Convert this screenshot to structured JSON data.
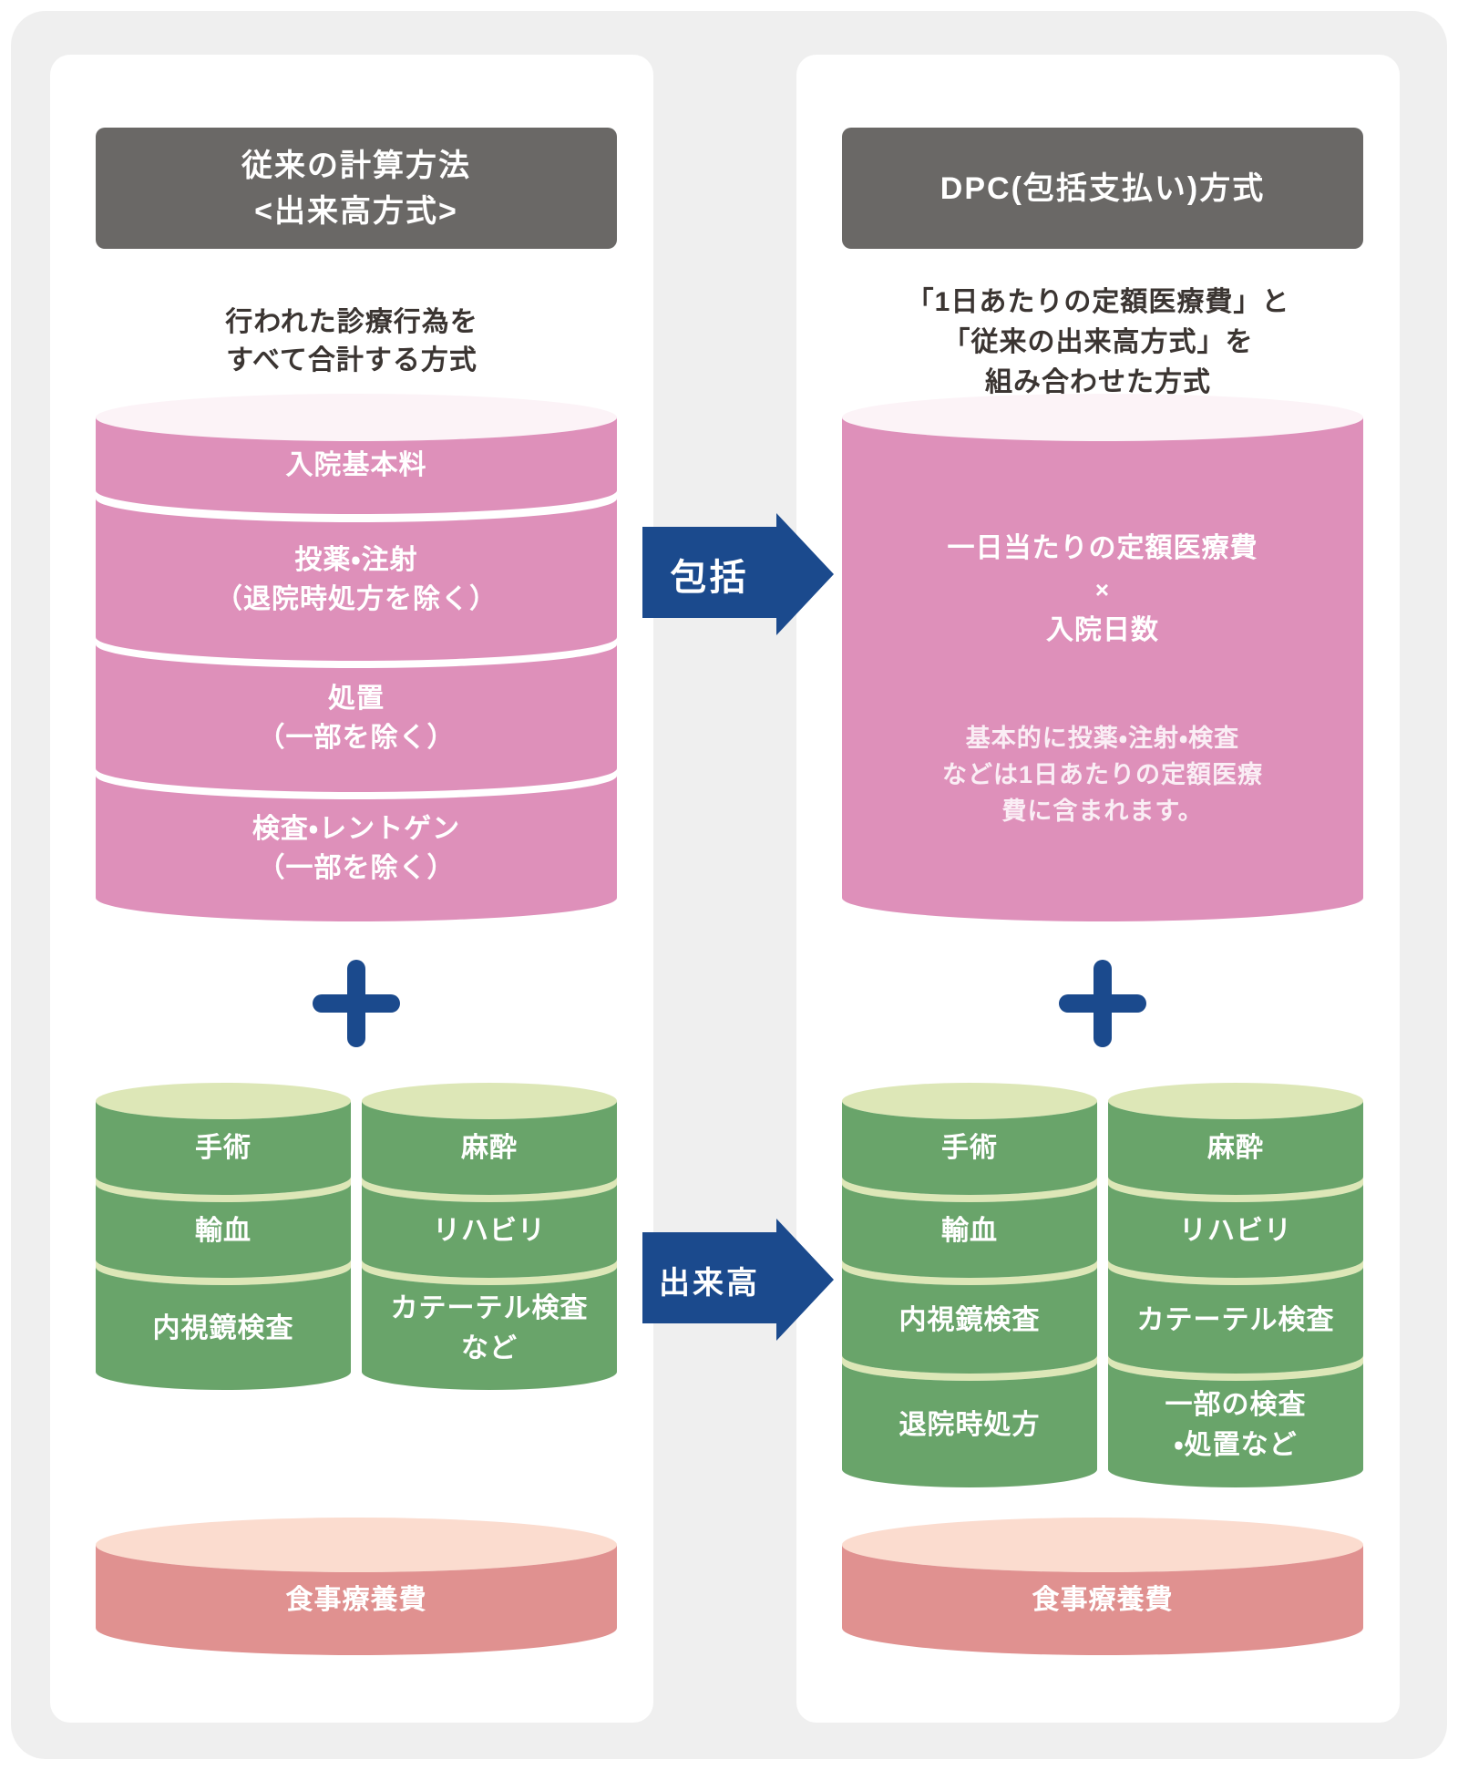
{
  "colors": {
    "page_background": "#efefef",
    "card_background": "#ffffff",
    "header_gray": "#6a6866",
    "pink": "#de90ba",
    "pink_light": "#fcf3f7",
    "green": "#69a46a",
    "green_light": "#dde7b7",
    "salmon": "#e09190",
    "salmon_light": "#fbdccf",
    "blue": "#1b4a8d",
    "text_dark": "#3b3532"
  },
  "icons": {
    "plus": "plus-icon",
    "arrow": "right-arrow"
  },
  "left": {
    "header": [
      "従来の計算方法",
      "<出来高方式>"
    ],
    "subtitle": [
      "行われた診療行為を",
      "すべて合計する方式"
    ],
    "pink_segments": [
      [
        "入院基本料"
      ],
      [
        "投薬・注射",
        "（退院時処方を除く）"
      ],
      [
        "処置",
        "（一部を除く）"
      ],
      [
        "検査・レントゲン",
        "（一部を除く）"
      ]
    ],
    "green_a": [
      [
        "手術"
      ],
      [
        "輸血"
      ],
      [
        "内視鏡検査"
      ]
    ],
    "green_b": [
      [
        "麻酔"
      ],
      [
        "リハビリ"
      ],
      [
        "カテーテル検査",
        "など"
      ]
    ],
    "meal": "食事療養費"
  },
  "right": {
    "header": [
      "DPC(包括支払い)方式"
    ],
    "subtitle": [
      "「1日あたりの定額医療費」と",
      "「従来の出来高方式」を",
      "組み合わせた方式"
    ],
    "pink_formula": [
      "一日当たりの定額医療費",
      "×",
      "入院日数"
    ],
    "pink_note": [
      "基本的に投薬・注射・検査",
      "などは1日あたりの定額医療",
      "費に含まれます。"
    ],
    "green_a": [
      [
        "手術"
      ],
      [
        "輸血"
      ],
      [
        "内視鏡検査"
      ],
      [
        "退院時処方"
      ]
    ],
    "green_b": [
      [
        "麻酔"
      ],
      [
        "リハビリ"
      ],
      [
        "カテーテル検査"
      ],
      [
        "一部の検査",
        "・処置など"
      ]
    ],
    "meal": "食事療養費"
  },
  "arrows": {
    "bundle": "包括",
    "fee": "出来高"
  }
}
